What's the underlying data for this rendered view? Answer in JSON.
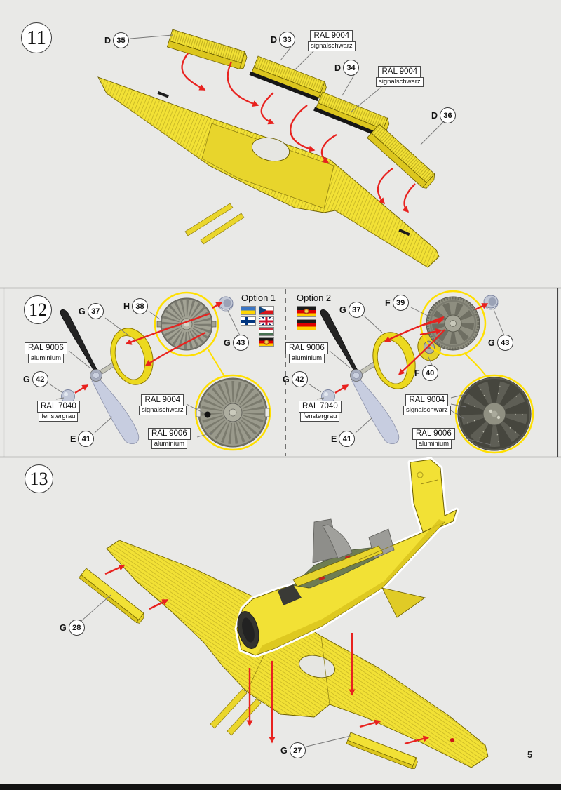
{
  "page": {
    "number": "5"
  },
  "colors": {
    "background": "#e9e9e7",
    "part_yellow": "#f2e135",
    "arrow_red": "#e8221f",
    "highlight_yellow": "#ffdf00",
    "signal_black": "#161616",
    "interior_green": "#6e7d52",
    "metal_gray": "#9a9a8c"
  },
  "step11": {
    "number": "11",
    "parts": [
      {
        "letter": "D",
        "number": "35"
      },
      {
        "letter": "D",
        "number": "33"
      },
      {
        "letter": "D",
        "number": "34"
      },
      {
        "letter": "D",
        "number": "36"
      }
    ],
    "paints": [
      {
        "code": "RAL 9004",
        "name": "signalschwarz"
      },
      {
        "code": "RAL 9004",
        "name": "signalschwarz"
      }
    ]
  },
  "step12": {
    "number": "12",
    "option1": {
      "title": "Option 1",
      "flags": [
        "ukraine",
        "czech-republic",
        "finland",
        "united-kingdom",
        "hungary",
        "east-germany"
      ],
      "parts": [
        {
          "letter": "G",
          "number": "37"
        },
        {
          "letter": "H",
          "number": "38"
        },
        {
          "letter": "G",
          "number": "43"
        },
        {
          "letter": "G",
          "number": "42"
        },
        {
          "letter": "E",
          "number": "41"
        }
      ],
      "paints": [
        {
          "code": "RAL 9006",
          "name": "aluminium"
        },
        {
          "code": "RAL 7040",
          "name": "fenstergrau"
        },
        {
          "code": "RAL 9004",
          "name": "signalschwarz"
        },
        {
          "code": "RAL 9006",
          "name": "aluminium"
        }
      ]
    },
    "option2": {
      "title": "Option 2",
      "flags": [
        "east-germany",
        "germany"
      ],
      "parts": [
        {
          "letter": "G",
          "number": "37"
        },
        {
          "letter": "F",
          "number": "39"
        },
        {
          "letter": "F",
          "number": "40"
        },
        {
          "letter": "G",
          "number": "43"
        },
        {
          "letter": "G",
          "number": "42"
        },
        {
          "letter": "E",
          "number": "41"
        }
      ],
      "paints": [
        {
          "code": "RAL 9006",
          "name": "aluminium"
        },
        {
          "code": "RAL 7040",
          "name": "fenstergrau"
        },
        {
          "code": "RAL 9004",
          "name": "signalschwarz"
        },
        {
          "code": "RAL 9006",
          "name": "aluminium"
        }
      ]
    }
  },
  "step13": {
    "number": "13",
    "parts": [
      {
        "letter": "G",
        "number": "28"
      },
      {
        "letter": "G",
        "number": "27"
      }
    ]
  }
}
